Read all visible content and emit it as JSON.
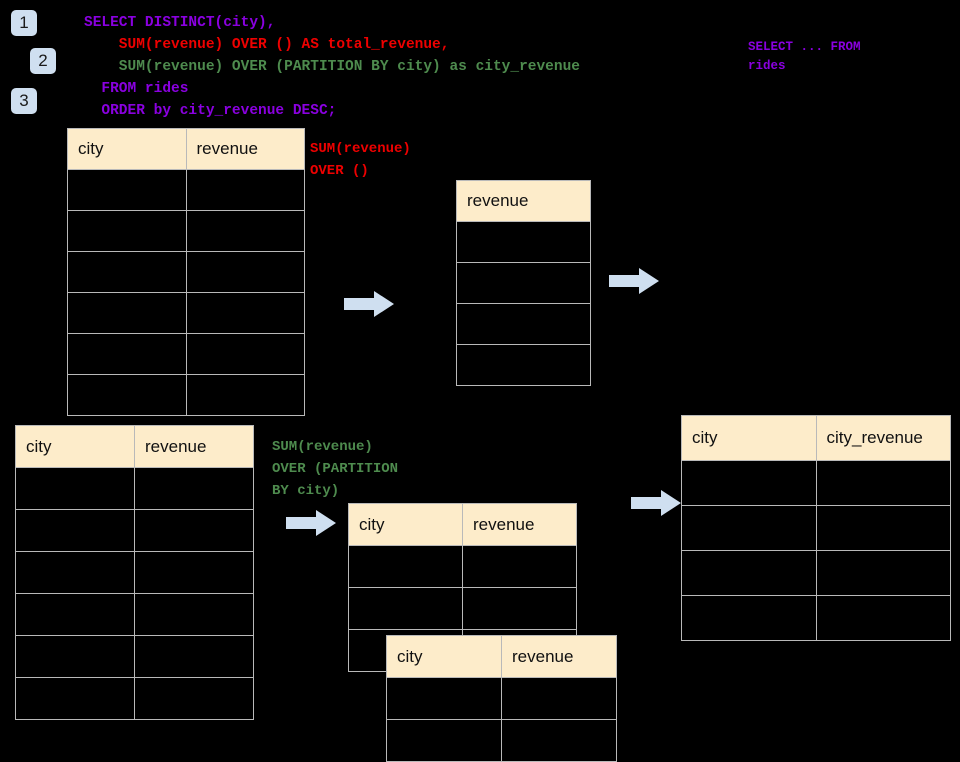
{
  "steps": [
    {
      "label": "1"
    },
    {
      "label": "2"
    },
    {
      "label": "3"
    }
  ],
  "sql": {
    "line1": "SELECT DISTINCT(city),",
    "line2": "    SUM(revenue) OVER () AS total_revenue,",
    "line3": "    SUM(revenue) OVER (PARTITION BY city) as city_revenue",
    "line4": "  FROM rides",
    "line5": "  ORDER by city_revenue DESC;",
    "note": "SELECT ... FROM\nrides",
    "colors": {
      "purple": "#8a00e0",
      "red": "#ee0000",
      "green": "#4e8b4e"
    }
  },
  "annotations": {
    "total_revenue": "SUM(revenue)\nOVER ()",
    "city_revenue": "SUM(revenue)\nOVER (PARTITION\nBY city)"
  },
  "tables": {
    "input_top": {
      "headers": [
        "city",
        "revenue"
      ],
      "rows": [
        [
          "",
          ""
        ],
        [
          "",
          ""
        ],
        [
          "",
          ""
        ],
        [
          "",
          ""
        ],
        [
          "",
          ""
        ],
        [
          "",
          ""
        ]
      ]
    },
    "total_revenue": {
      "headers": [
        "revenue"
      ],
      "rows": [
        [
          ""
        ],
        [
          ""
        ],
        [
          ""
        ],
        [
          ""
        ]
      ]
    },
    "input_bottom": {
      "headers": [
        "city",
        "revenue"
      ],
      "rows": [
        [
          "",
          ""
        ],
        [
          "",
          ""
        ],
        [
          "",
          ""
        ],
        [
          "",
          ""
        ],
        [
          "",
          ""
        ],
        [
          "",
          ""
        ]
      ]
    },
    "partition_a": {
      "headers": [
        "city",
        "revenue"
      ],
      "rows": [
        [
          "",
          ""
        ],
        [
          "",
          ""
        ],
        [
          "",
          ""
        ]
      ]
    },
    "partition_b": {
      "headers": [
        "city",
        "revenue"
      ],
      "rows": [
        [
          "",
          ""
        ],
        [
          "",
          ""
        ]
      ]
    },
    "result": {
      "headers": [
        "city",
        "city_revenue"
      ],
      "rows": [
        [
          "",
          ""
        ],
        [
          "",
          ""
        ],
        [
          "",
          ""
        ],
        [
          "",
          ""
        ]
      ]
    }
  },
  "arrows": [
    {
      "name": "arrow-input-to-total"
    },
    {
      "name": "arrow-total-to-result"
    },
    {
      "name": "arrow-input-to-partition"
    },
    {
      "name": "arrow-partition-to-result"
    }
  ],
  "theme": {
    "background": "#000000",
    "header_fill": "#fdecca",
    "grid_line": "#b9b9b9",
    "badge_fill": "#cfdff0",
    "arrow_fill": "#cfdff0"
  }
}
